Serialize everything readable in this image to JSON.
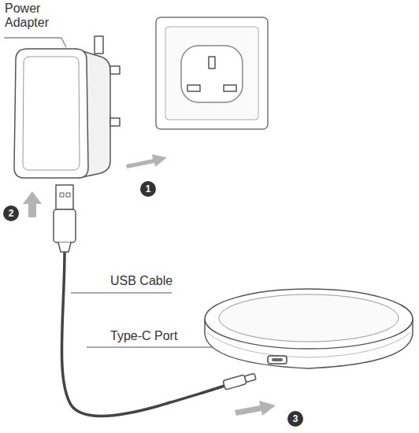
{
  "diagram": {
    "nodes": [
      {
        "text": [
          "1"
        ]
      },
      {
        "text": [
          "2"
        ]
      },
      {
        "text": [
          "3"
        ]
      }
    ],
    "labels": [
      "Power Adapter",
      "USB Cable",
      "Type-C Port"
    ]
  }
}
